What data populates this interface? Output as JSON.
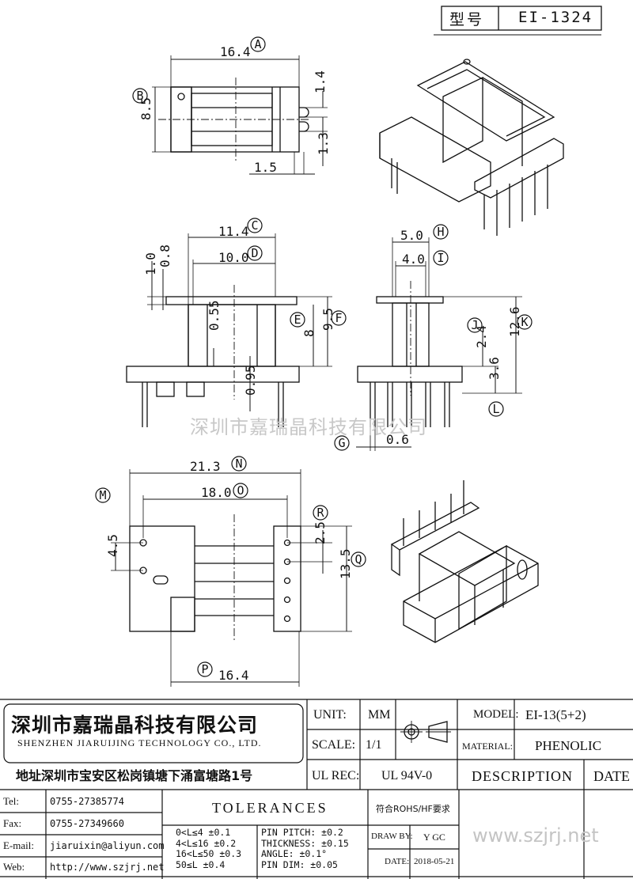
{
  "header": {
    "type_label": "型号",
    "type_value": "EI-1324"
  },
  "watermark": "深圳市嘉瑞晶科技有限公司",
  "dimensions": {
    "top_view": {
      "w16_4": "16.4",
      "h8_5": "8.5",
      "d1_4": "1.4",
      "d1_3": "1.3",
      "d1_5": "1.5"
    },
    "front_view": {
      "d11_4": "11.4",
      "d10_0": "10.0",
      "d1_0": "1.0",
      "d0_8": "0.8",
      "d0_55": "0.55",
      "d8": "8",
      "d9_5": "9.5",
      "d0_95": "0.95"
    },
    "side_view": {
      "d5_0": "5.0",
      "d4_0": "4.0",
      "d2_4": "2.4",
      "d12_6": "12.6",
      "d3_6": "3.6",
      "d0_6": "0.6"
    },
    "bottom_view": {
      "d21_3": "21.3",
      "d18_0": "18.0",
      "d4_5": "4.5",
      "d2_5": "2.5",
      "d13_5": "13.5",
      "d16_4": "16.4"
    }
  },
  "callouts": [
    "A",
    "B",
    "C",
    "D",
    "E",
    "F",
    "H",
    "I",
    "J",
    "K",
    "L",
    "G",
    "N",
    "O",
    "M",
    "R",
    "Q",
    "P"
  ],
  "titleblock": {
    "company_cn": "深圳市嘉瑞晶科技有限公司",
    "company_en": "SHENZHEN JIARUIJING TECHNOLOGY CO., LTD.",
    "address": "地址深圳市宝安区松岗镇塘下涌富塘路1号",
    "unit_label": "UNIT:",
    "unit_value": "MM",
    "scale_label": "SCALE:",
    "scale_value": "1/1",
    "ulrec_label": "UL REC:",
    "ulrec_value": "UL 94V-0",
    "model_label": "MODEL:",
    "model_value": "EI-13(5+2)",
    "material_label": "MATERIAL:",
    "material_value": "PHENOLIC",
    "description_label": "DESCRIPTION",
    "date_label": "DATE",
    "tel_label": "Tel:",
    "tel_value": "0755-27385774",
    "fax_label": "Fax:",
    "fax_value": "0755-27349660",
    "email_label": "E-mail:",
    "email_value": "jiaruixin@aliyun.com",
    "web_label": "Web:",
    "web_value": "http://www.szjrj.net",
    "tolerances_title": "TOLERANCES",
    "tol_rows": [
      "0<L≤4 ±0.1",
      "4<L≤16 ±0.2",
      "16<L≤50 ±0.3",
      "50≤L ±0.4"
    ],
    "tol_pin": [
      "PIN PITCH: ±0.2",
      "THICKNESS: ±0.15",
      "ANGLE: ±0.1°",
      "PIN DIM: ±0.05"
    ],
    "rohs": "符合ROHS/HF要求",
    "drawby_label": "DRAW BY:",
    "drawby_value": "Y GC",
    "date_row_label": "DATE:",
    "date_value": "2018-05-21",
    "site_url": "www.szjrj.net"
  }
}
